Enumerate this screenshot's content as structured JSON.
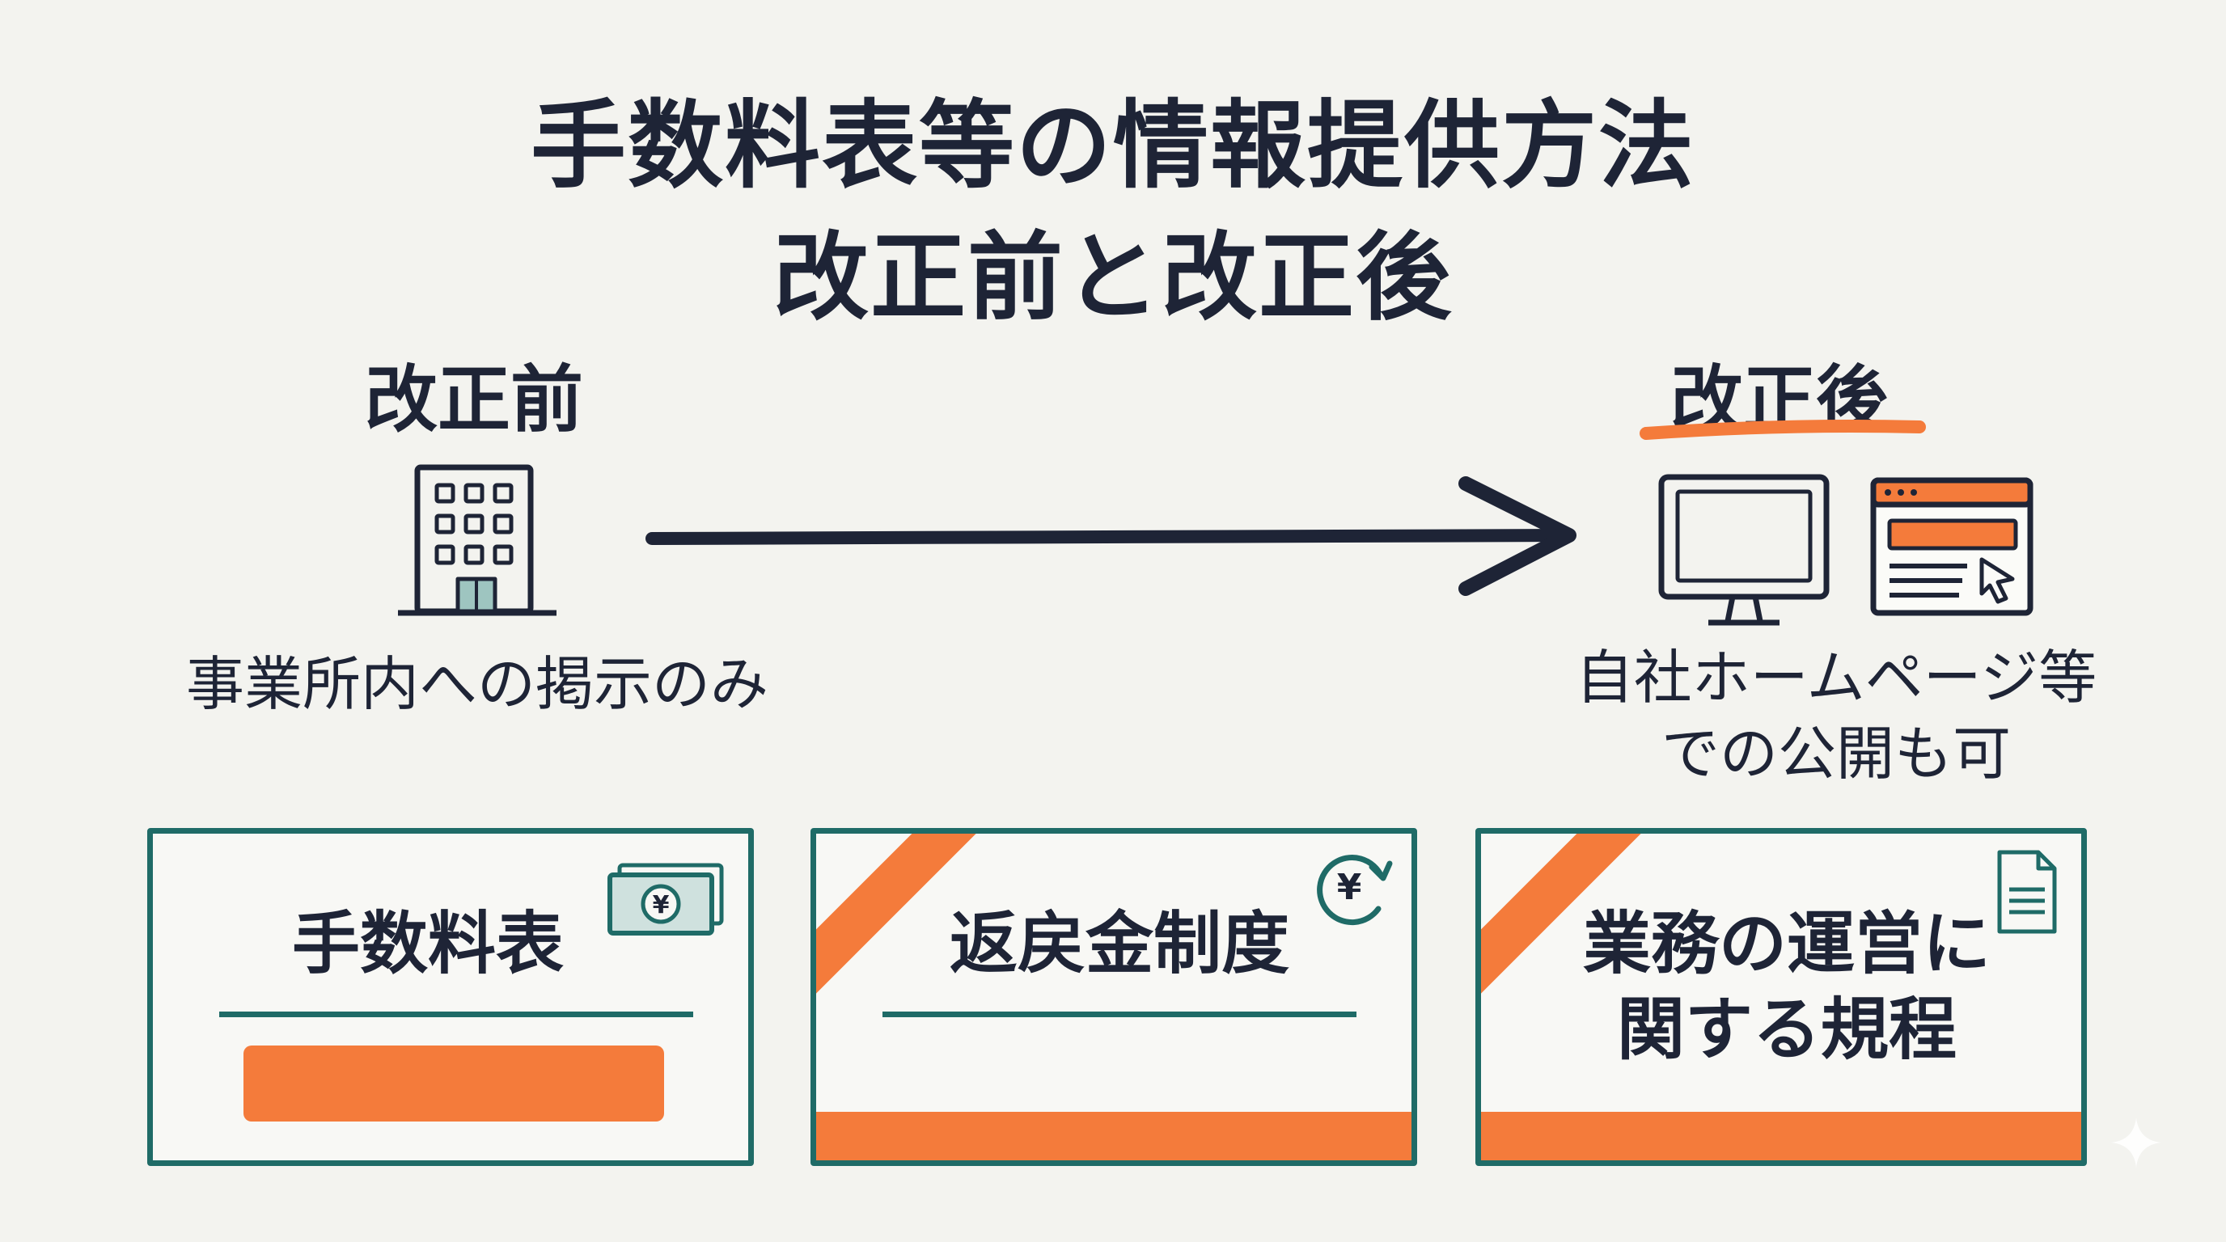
{
  "title": {
    "line1": "手数料表等の情報提供方法",
    "line2": "改正前と改正後"
  },
  "before": {
    "label": "改正前",
    "caption": "事業所内への掲示のみ"
  },
  "after": {
    "label": "改正後",
    "caption_line1": "自社ホームページ等",
    "caption_line2": "での公開も可"
  },
  "cards": [
    {
      "title": "手数料表"
    },
    {
      "title": "返戻金制度"
    },
    {
      "title_line1": "業務の運営に",
      "title_line2": "関する規程"
    }
  ],
  "icons": {
    "before": "office-building-icon",
    "after_monitor": "desktop-monitor-icon",
    "after_browser": "browser-window-icon",
    "arrow": "right-arrow-icon",
    "card1": "banknote-yen-icon",
    "card2": "yen-refresh-icon",
    "card3": "document-icon"
  },
  "colors": {
    "text": "#1e2436",
    "accent": "#f47b3b",
    "card_border": "#1f6b67",
    "background": "#f3f3ef"
  }
}
